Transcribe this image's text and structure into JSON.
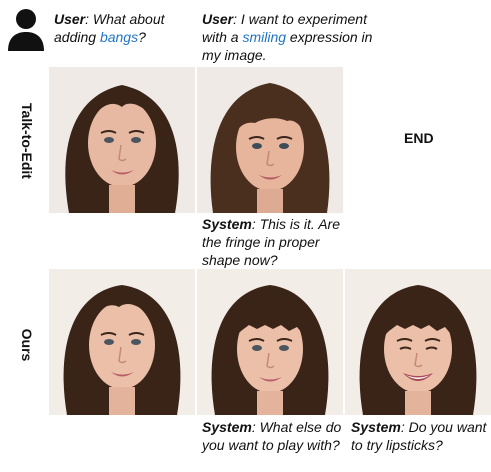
{
  "prompts": {
    "user1": {
      "speaker": "User",
      "text_before": ": What about adding ",
      "highlight": "bangs",
      "text_after": "?"
    },
    "user2": {
      "speaker": "User",
      "text_before": ": I want to experiment with a ",
      "highlight": "smiling",
      "text_after": " expression in my image."
    }
  },
  "rows": {
    "talk_to_edit": "Talk-to-Edit",
    "ours": "Ours"
  },
  "end_label": "END",
  "system_replies": {
    "tte": {
      "speaker": "System",
      "text": ": This is it. Are the fringe in proper shape now?"
    },
    "ours1": {
      "speaker": "System",
      "text": ": What else do you want to play with?"
    },
    "ours2": {
      "speaker": "System",
      "text": ": Do you want to try lipsticks?"
    }
  },
  "colors": {
    "highlight": "#1f74c4",
    "hair_dark": "#3a2418",
    "hair_mid": "#5a3a28",
    "skin": "#e8b9a2",
    "background": "#f3ede8"
  }
}
